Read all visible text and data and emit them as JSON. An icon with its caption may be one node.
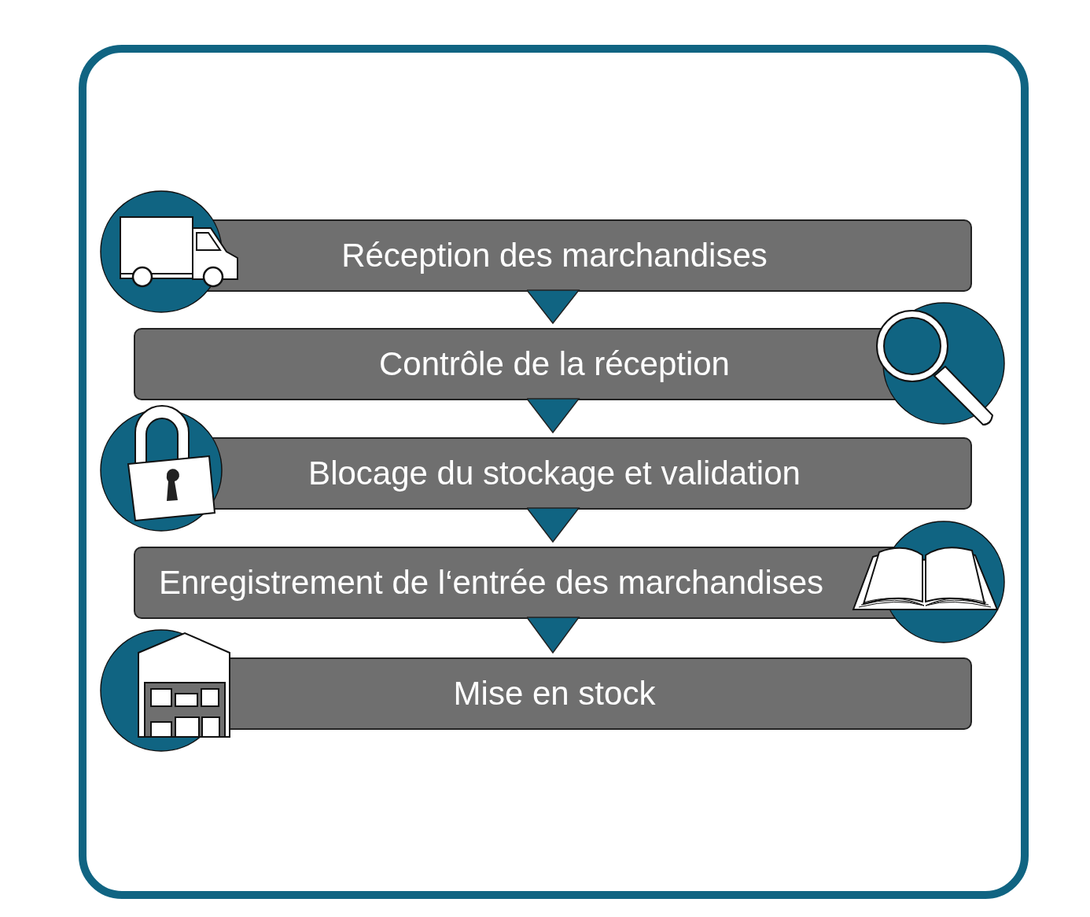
{
  "diagram": {
    "nodes": [
      {
        "text": [
          "Réception des marchandises"
        ]
      },
      {
        "text": [
          "Contrôle de la réception"
        ]
      },
      {
        "text": [
          "Blocage du stockage et validation"
        ]
      },
      {
        "text": [
          "Enregistrement de l‘entrée des marchandises"
        ]
      },
      {
        "text": [
          "Mise en stock"
        ]
      }
    ],
    "edges": [
      {
        "from": 0,
        "to": 1,
        "arrow": "to"
      },
      {
        "from": 1,
        "to": 2,
        "arrow": "to"
      },
      {
        "from": 2,
        "to": 3,
        "arrow": "to"
      },
      {
        "from": 3,
        "to": 4,
        "arrow": "to"
      }
    ]
  }
}
